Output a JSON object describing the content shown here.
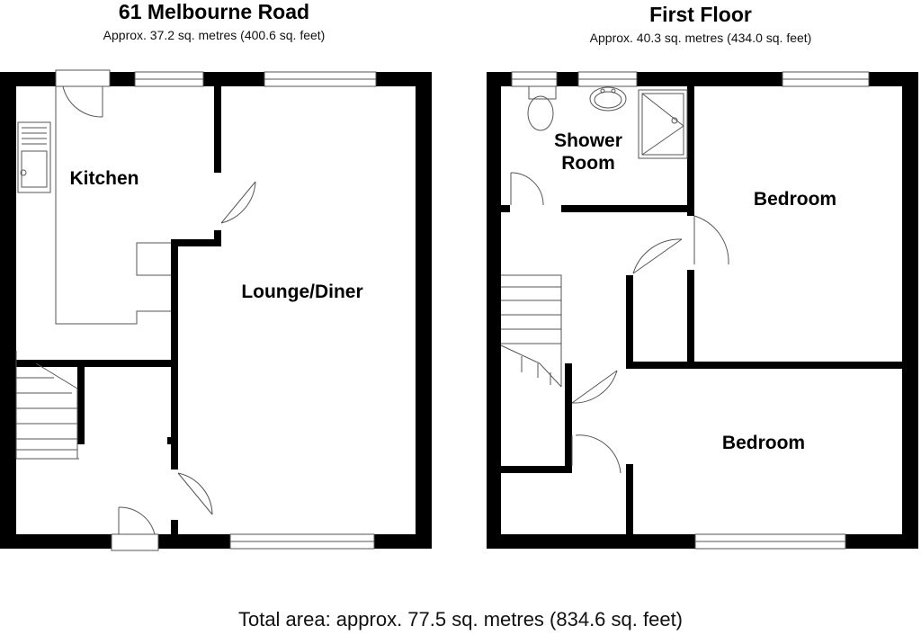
{
  "ground_floor": {
    "title": "61 Melbourne Road",
    "area": "Approx. 37.2 sq. metres (400.6 sq. feet)",
    "rooms": {
      "kitchen": "Kitchen",
      "lounge": "Lounge/Diner"
    }
  },
  "first_floor": {
    "title": "First Floor",
    "area": "Approx. 40.3 sq. metres (434.0 sq. feet)",
    "rooms": {
      "shower_l1": "Shower",
      "shower_l2": "Room",
      "bedroom_1": "Bedroom",
      "bedroom_2": "Bedroom"
    }
  },
  "total_area": "Total area: approx. 77.5 sq. metres (834.6 sq. feet)",
  "colors": {
    "wall": "#000000",
    "line": "#555555",
    "background": "#ffffff"
  }
}
